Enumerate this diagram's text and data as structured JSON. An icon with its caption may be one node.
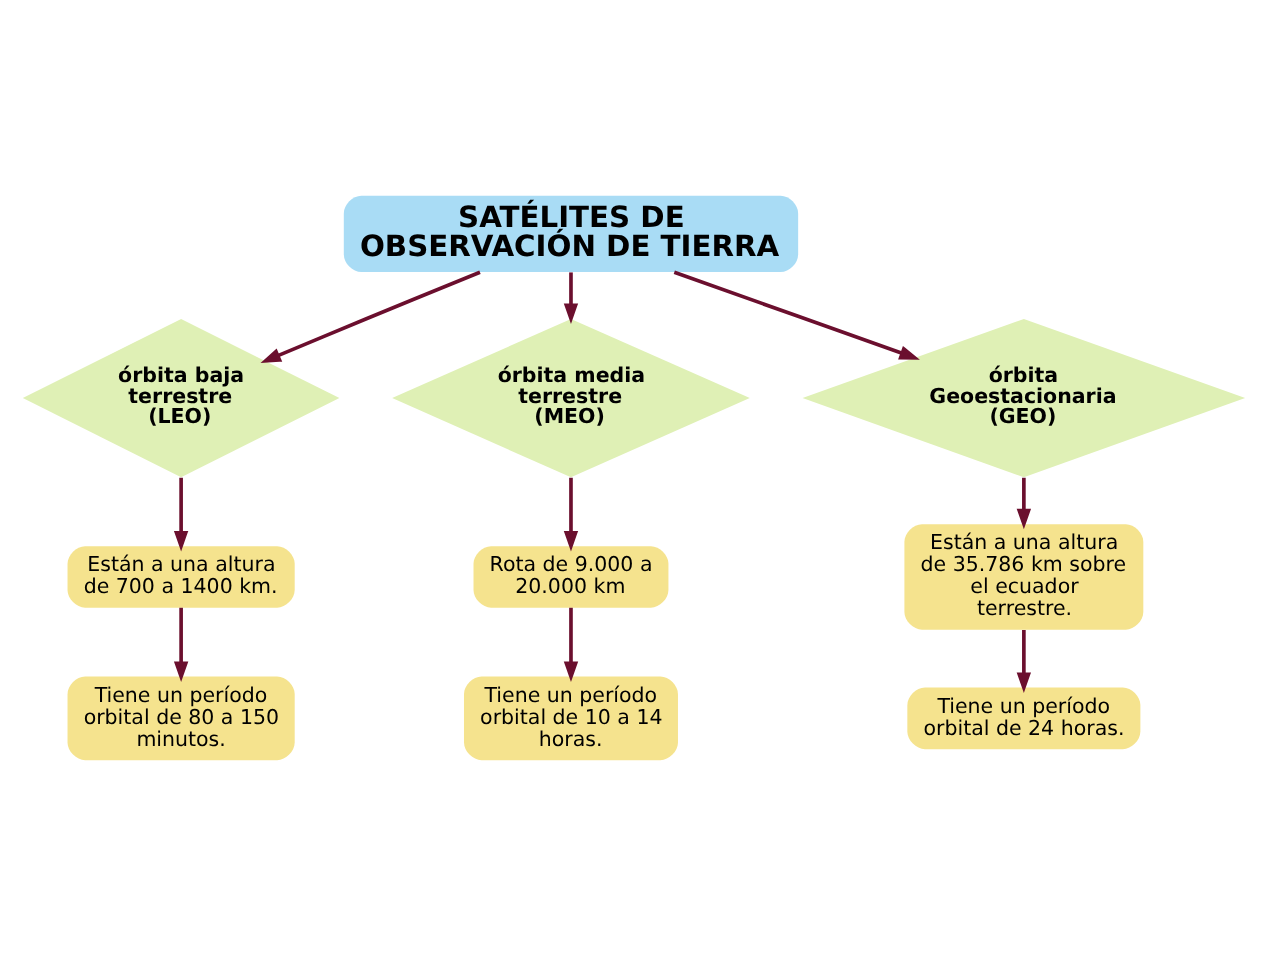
{
  "diagram": {
    "nodes": [
      {
        "text": [
          "SATÉLITES DE OBSERVACIÓN DE TIERRA"
        ]
      },
      {
        "text": [
          "órbita baja terrestre (LEO)"
        ]
      },
      {
        "text": [
          "órbita media terrestre (MEO)"
        ]
      },
      {
        "text": [
          "órbita Geoestacionaria (GEO)"
        ]
      },
      {
        "text": [
          "Están a una altura de 700 a 1400 km."
        ]
      },
      {
        "text": [
          "Rota de 9.000 a 20.000 km"
        ]
      },
      {
        "text": [
          "Están a una altura de 35.786 km sobre el ecuador terrestre."
        ]
      },
      {
        "text": [
          "Tiene un período orbital de 80 a 150 minutos."
        ]
      },
      {
        "text": [
          "Tiene un período orbital de 10 a 14 horas."
        ]
      },
      {
        "text": [
          "Tiene un período orbital de 24 horas."
        ]
      }
    ],
    "edges": [
      {
        "from": 0,
        "to": 1,
        "arrow": "to"
      },
      {
        "from": 0,
        "to": 2,
        "arrow": "to"
      },
      {
        "from": 0,
        "to": 3,
        "arrow": "to"
      },
      {
        "from": 1,
        "to": 4,
        "arrow": "to"
      },
      {
        "from": 4,
        "to": 7,
        "arrow": "to"
      },
      {
        "from": 2,
        "to": 5,
        "arrow": "to"
      },
      {
        "from": 5,
        "to": 8,
        "arrow": "to"
      },
      {
        "from": 3,
        "to": 6,
        "arrow": "to"
      },
      {
        "from": 6,
        "to": 9,
        "arrow": "to"
      }
    ]
  }
}
